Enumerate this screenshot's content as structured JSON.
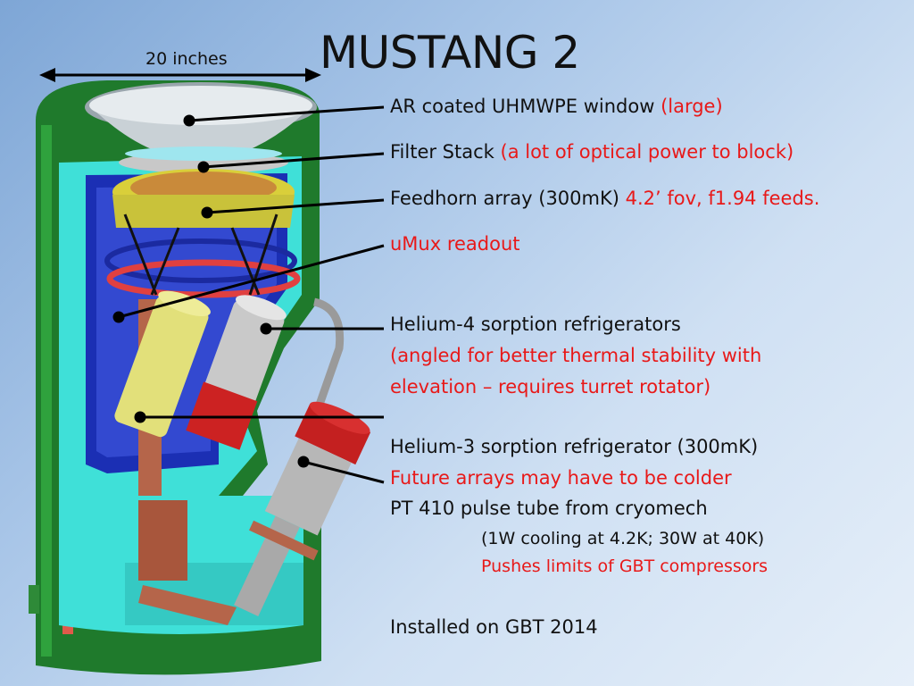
{
  "slide": {
    "title": "MUSTANG 2",
    "dimension_label": "20 inches",
    "labels": [
      {
        "black": "AR coated UHMWPE window ",
        "red": "(large)"
      },
      {
        "black": "Filter Stack ",
        "red": "(a lot of optical power to block)"
      },
      {
        "black": "Feedhorn array (300mK) ",
        "red": "4.2’ fov, f1.94 feeds."
      },
      {
        "black": "",
        "red": "uMux readout"
      },
      {
        "black": "Helium-4 sorption refrigerators",
        "red": ""
      },
      {
        "black": "",
        "red": "(angled for better thermal stability with"
      },
      {
        "black": "",
        "red": "elevation – requires turret rotator)"
      },
      {
        "black": "Helium-3 sorption refrigerator (300mK)",
        "red": ""
      },
      {
        "black": "",
        "red": "Future arrays may have to be colder"
      },
      {
        "black": "PT 410 pulse tube from cryomech",
        "red": ""
      },
      {
        "black": "(1W cooling at 4.2K; 30W at 40K)",
        "red": ""
      },
      {
        "black": "",
        "red": "Pushes limits of GBT compressors"
      },
      {
        "black": "Installed on GBT 2014",
        "red": ""
      }
    ]
  },
  "colors": {
    "outer_shell": "#1f7a2c",
    "radiation_shield": "#3fe0d8",
    "inner_shield": "#1b2fb4",
    "inner_fill": "#3349d0",
    "feedhorn": "#d9cf3a",
    "red_text": "#e81919",
    "copper": "#b5654a"
  }
}
